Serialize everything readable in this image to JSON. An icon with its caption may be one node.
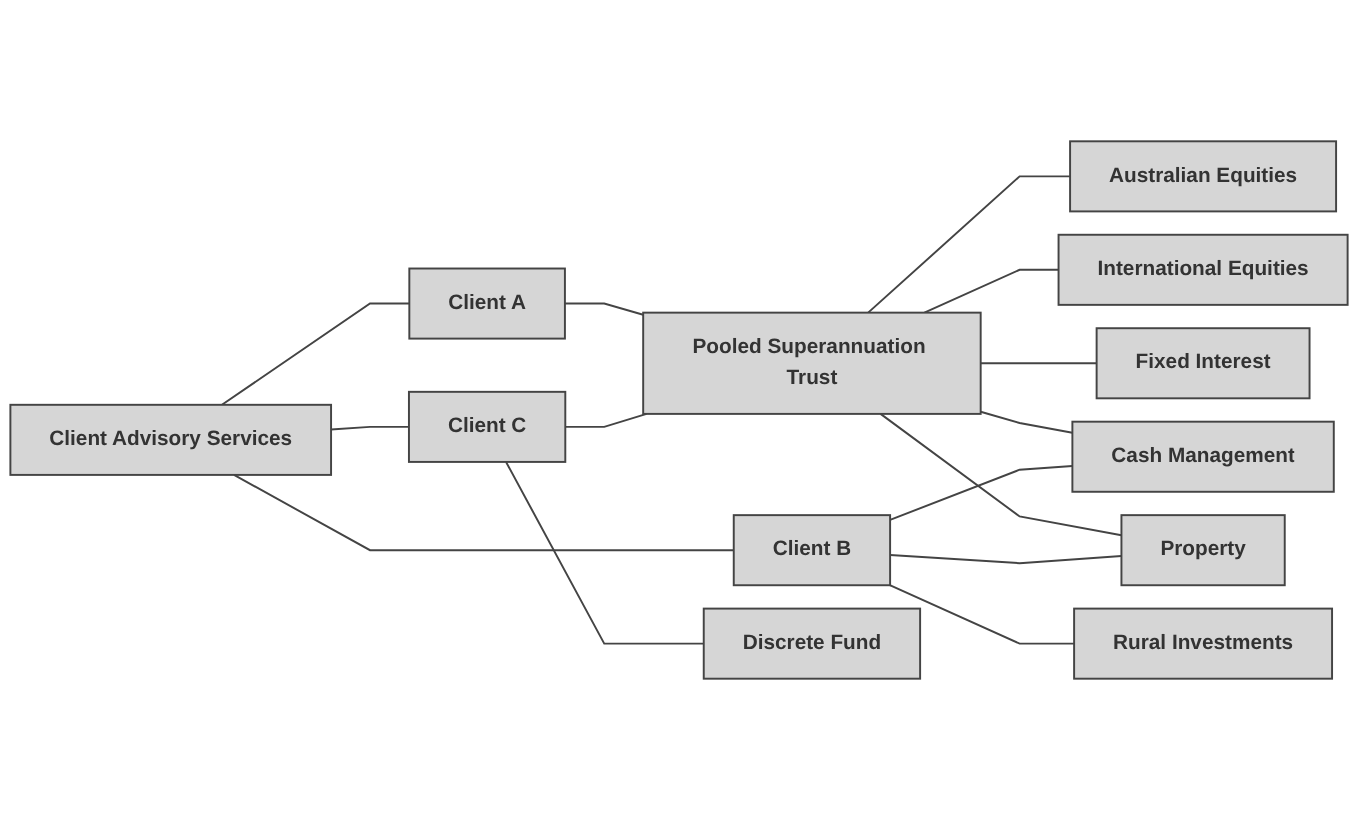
{
  "diagram": {
    "nodes": [
      {
        "text": [
          "Client Advisory Services"
        ]
      },
      {
        "text": [
          "Client A"
        ]
      },
      {
        "text": [
          "Client B"
        ]
      },
      {
        "text": [
          "Client C"
        ]
      },
      {
        "text": [
          "Pooled Superannuation Trust"
        ]
      },
      {
        "text": [
          "Australian Equities"
        ]
      },
      {
        "text": [
          "International Equities"
        ]
      },
      {
        "text": [
          "Fixed Interest"
        ]
      },
      {
        "text": [
          "Cash Management"
        ]
      },
      {
        "text": [
          "Property"
        ]
      },
      {
        "text": [
          "Rural Investments"
        ]
      },
      {
        "text": [
          "Discrete Fund"
        ]
      }
    ],
    "edges": [
      {
        "from": 0,
        "to": 1,
        "arrow": "none"
      },
      {
        "from": 0,
        "to": 2,
        "arrow": "none"
      },
      {
        "from": 0,
        "to": 3,
        "arrow": "none"
      },
      {
        "from": 1,
        "to": 4,
        "arrow": "none"
      },
      {
        "from": 3,
        "to": 4,
        "arrow": "none"
      },
      {
        "from": 4,
        "to": 5,
        "arrow": "none"
      },
      {
        "from": 4,
        "to": 6,
        "arrow": "none"
      },
      {
        "from": 4,
        "to": 7,
        "arrow": "none"
      },
      {
        "from": 4,
        "to": 8,
        "arrow": "none"
      },
      {
        "from": 4,
        "to": 9,
        "arrow": "none"
      },
      {
        "from": 2,
        "to": 8,
        "arrow": "none"
      },
      {
        "from": 2,
        "to": 9,
        "arrow": "none"
      },
      {
        "from": 2,
        "to": 10,
        "arrow": "none"
      },
      {
        "from": 3,
        "to": 11,
        "arrow": "none"
      }
    ]
  }
}
